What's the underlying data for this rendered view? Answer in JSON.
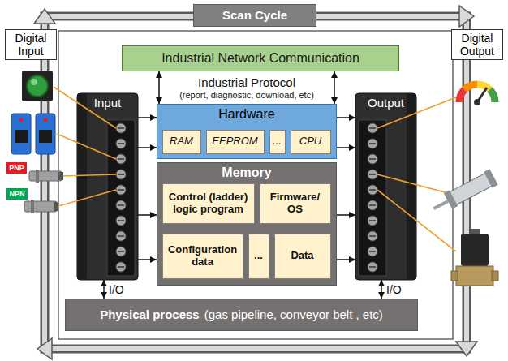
{
  "diagram": {
    "nodes": [
      {
        "text": [
          "Scan Cycle"
        ]
      },
      {
        "text": [
          "Industrial Network Communication"
        ]
      },
      {
        "text": [
          "Digital Input"
        ]
      },
      {
        "text": [
          "Input"
        ]
      },
      {
        "text": [
          "Hardware"
        ]
      },
      {
        "text": [
          "RAM"
        ],
        "in": 4
      },
      {
        "text": [
          "EEPROM"
        ],
        "in": 4
      },
      {
        "text": [
          "..."
        ],
        "in": 4
      },
      {
        "text": [
          "CPU"
        ],
        "in": 4
      },
      {
        "text": [
          "Memory"
        ]
      },
      {
        "text": [
          "Control (ladder) logic program"
        ],
        "in": 9
      },
      {
        "text": [
          "Firmware/ OS"
        ],
        "in": 9
      },
      {
        "text": [
          "Configuration data"
        ],
        "in": 9
      },
      {
        "text": [
          "..."
        ],
        "in": 9
      },
      {
        "text": [
          "Data"
        ],
        "in": 9
      },
      {
        "text": [
          "Digital Output"
        ]
      },
      {
        "text": [
          "Output"
        ]
      },
      {
        "text": [
          "PNP"
        ]
      },
      {
        "text": [
          "NPN"
        ]
      },
      {
        "text": [
          "Physical process",
          "(gas pipeline, conveyor belt , etc)"
        ]
      }
    ],
    "edges": [
      {
        "from": 1,
        "to": 4,
        "arrow": "both"
      },
      {
        "from": 1,
        "to": 4,
        "arrow": "both"
      },
      {
        "from": 3,
        "to": 4,
        "arrow": "to"
      },
      {
        "from": 3,
        "to": 4,
        "arrow": "to"
      },
      {
        "from": 3,
        "to": 9,
        "arrow": "to"
      },
      {
        "from": 3,
        "to": 9,
        "arrow": "to"
      },
      {
        "from": 4,
        "to": 16,
        "arrow": "to"
      },
      {
        "from": 4,
        "to": 16,
        "arrow": "to"
      },
      {
        "from": 9,
        "to": 16,
        "arrow": "to"
      },
      {
        "from": 9,
        "to": 16,
        "arrow": "to"
      },
      {
        "from": 3,
        "to": 19,
        "label": "I/O",
        "arrow": "both"
      },
      {
        "from": 16,
        "to": 19,
        "label": "I/O",
        "arrow": "both"
      }
    ],
    "labels": [
      "Industrial Protocol",
      "(report, diagnostic, download, etc)"
    ]
  }
}
